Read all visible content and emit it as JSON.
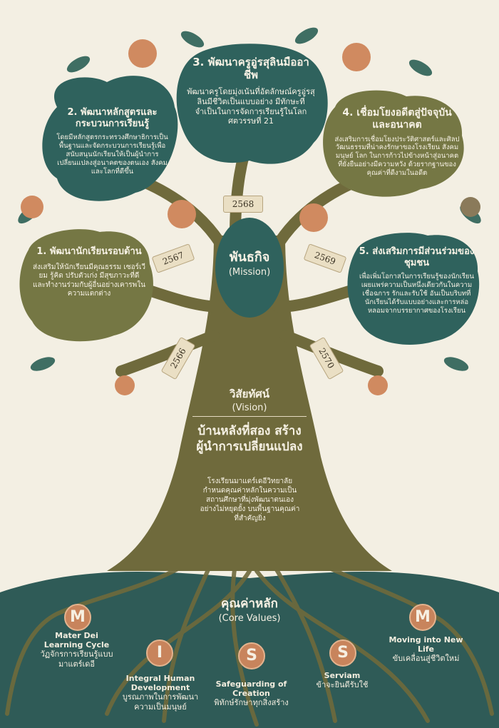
{
  "mission_label": "พันธกิจ",
  "mission_label_en": "(Mission)",
  "missions": [
    {
      "title": "1. พัฒนานักเรียนรอบด้าน",
      "body": "ส่งเสริมให้นักเรียนมีคุณธรรม เซอร์เวียม รู้คิด ปรับตัวเก่ง มีสุขภาวะที่ดี และทำงานร่วมกับผู้อื่นอย่างเคารพในความแตกต่าง",
      "year": "2567"
    },
    {
      "title": "2. พัฒนาหลักสูตรและกระบวนการเรียนรู้",
      "body": "โดยมีหลักสูตรกระทรวงศึกษาธิการเป็นพื้นฐานและจัดกระบวนการเรียนรู้เพื่อสนับสนุนนักเรียนให้เป็นผู้นำการเปลี่ยนแปลงสู่อนาคตของตนเอง สังคม และโลกที่ดีขึ้น",
      "year": "2566"
    },
    {
      "title": "3. พัฒนาครูอู่รสุลินมืออาชีพ",
      "body": "พัฒนาครูโดยมุ่งเน้นที่อัตลักษณ์ครูอู่รสุลินมีชีวิตเป็นแบบอย่าง มีทักษะที่จำเป็นในการจัดการเรียนรู้ในโลกศตวรรษที่ 21",
      "year": "2568"
    },
    {
      "title": "4. เชื่อมโยงอดีตสู่ปัจจุบันและอนาคต",
      "body": "ส่งเสริมการเชื่อมโยงประวัติศาสตร์และศิลปวัฒนธรรมที่น่าคงรักษาของโรงเรียน สังคมมนุษย์ โลก ในการก้าวไปข้างหน้าสู่อนาคตที่ยั่งยืนอย่างมีความหวัง ด้วยรากฐานของคุณค่าที่ดีงามในอดีต",
      "year": "2569"
    },
    {
      "title": "5. ส่งเสริมการมีส่วนร่วมของชุมชน",
      "body": "เพื่อเพิ่มโอกาสในการเรียนรู้ของนักเรียน เผยแพร่ความเป็นหนึ่งเดียวกันในความเชื่อฉการ รักและรับใช้ อันเป็นบริบทที่นักเรียนได้รับแบบอย่างและการหล่อหลอมจากบรรยากาศของโรงเรียน",
      "year": "2570"
    }
  ],
  "vision": {
    "label": "วิสัยทัศน์",
    "label_en": "(Vision)",
    "statement": "บ้านหลังที่สอง สร้างผู้นำการเปลี่ยนแปลง",
    "description": "โรงเรียนมาแตร์เดอีวิทยาลัย กำหนดคุณค่าหลักในความเป็นสถานศึกษาที่มุ่งพัฒนาตนเองอย่างไม่หยุดยั้ง บนพื้นฐานคุณค่าที่สำคัญยิ่ง"
  },
  "core_values": {
    "label": "คุณค่าหลัก",
    "label_en": "(Core Values)",
    "items": [
      {
        "letter": "M",
        "en": "Mater Dei Learning Cycle",
        "th": "วัฏจักรการเรียนรู้แบบมาแตร์เดอี"
      },
      {
        "letter": "I",
        "en": "Integral Human Development",
        "th": "บูรณภาพในการพัฒนาความเป็นมนุษย์"
      },
      {
        "letter": "S",
        "en": "Safeguarding of Creation",
        "th": "พิทักษ์รักษาทุกสิ่งสร้าง"
      },
      {
        "letter": "S",
        "en": "Serviam",
        "th": "ข้าจะยินดีรับใช้"
      },
      {
        "letter": "M",
        "en": "Moving into New Life",
        "th": "ขับเคลื่อนสู่ชีวิตใหม่"
      }
    ]
  },
  "colors": {
    "background": "#f3efe3",
    "trunk": "#6f6a3c",
    "ground": "#2f5b57",
    "bubble_teal": "#2f625d",
    "bubble_olive": "#757744",
    "badge": "#c8845c"
  }
}
